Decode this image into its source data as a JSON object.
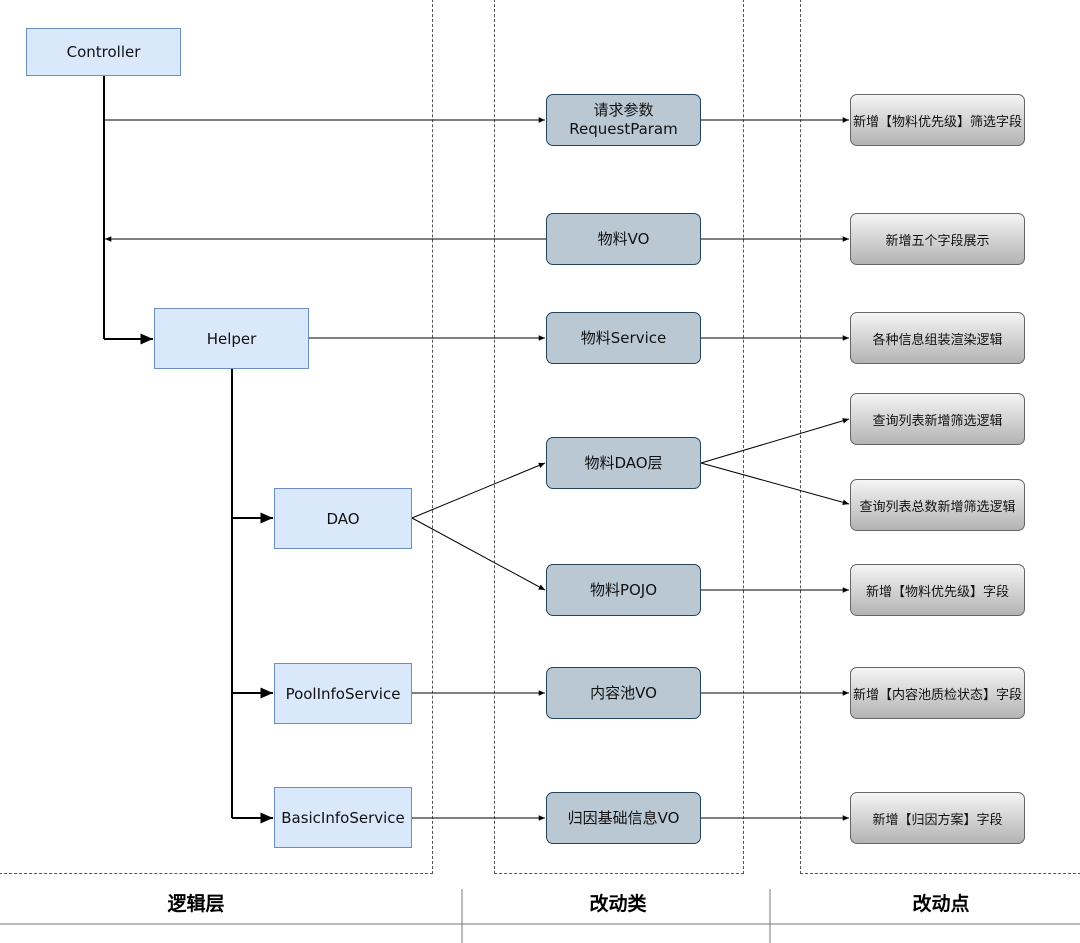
{
  "columns": {
    "logic_layer": "逻辑层",
    "changed_classes": "改动类",
    "change_points": "改动点"
  },
  "logic_nodes": {
    "controller": "Controller",
    "helper": "Helper",
    "dao": "DAO",
    "pool_info_service": "PoolInfoService",
    "basic_info_service": "BasicInfoService"
  },
  "class_nodes": {
    "request_param_line1": "请求参数",
    "request_param_line2": "RequestParam",
    "material_vo": "物料VO",
    "material_service": "物料Service",
    "material_dao": "物料DAO层",
    "material_pojo": "物料POJO",
    "content_pool_vo": "内容池VO",
    "attribution_basic_info_vo": "归因基础信息VO"
  },
  "change_nodes": {
    "priority_filter_field": "新增【物料优先级】筛选字段",
    "five_fields_display": "新增五个字段展示",
    "render_logic": "各种信息组装渲染逻辑",
    "query_list_filter": "查询列表新增筛选逻辑",
    "query_count_filter": "查询列表总数新增筛选逻辑",
    "priority_field": "新增【物料优先级】字段",
    "quality_status_field": "新增【内容池质检状态】字段",
    "attribution_plan_field": "新增【归因方案】字段"
  }
}
